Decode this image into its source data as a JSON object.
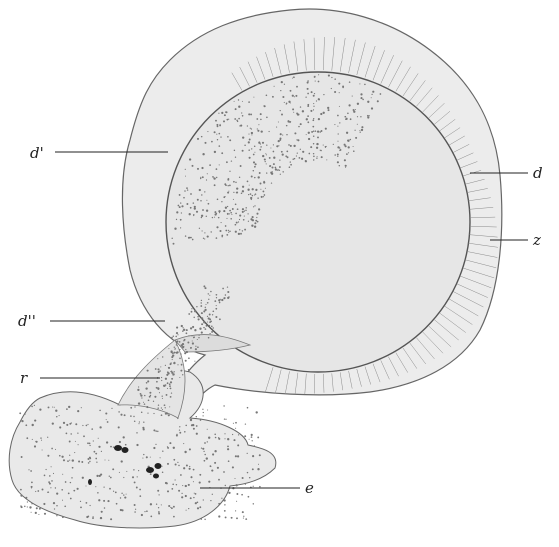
{
  "figure": {
    "labels": {
      "d_prime": "d'",
      "d": "d",
      "z": "z",
      "d_double_prime": "d''",
      "r": "r",
      "e": "e"
    }
  },
  "colors": {
    "paper": "#ffffff",
    "outer_layer": "#ececec",
    "inner_body": "#e6e6e6",
    "ink": "#555555",
    "stipple": "#7a7a7a"
  }
}
